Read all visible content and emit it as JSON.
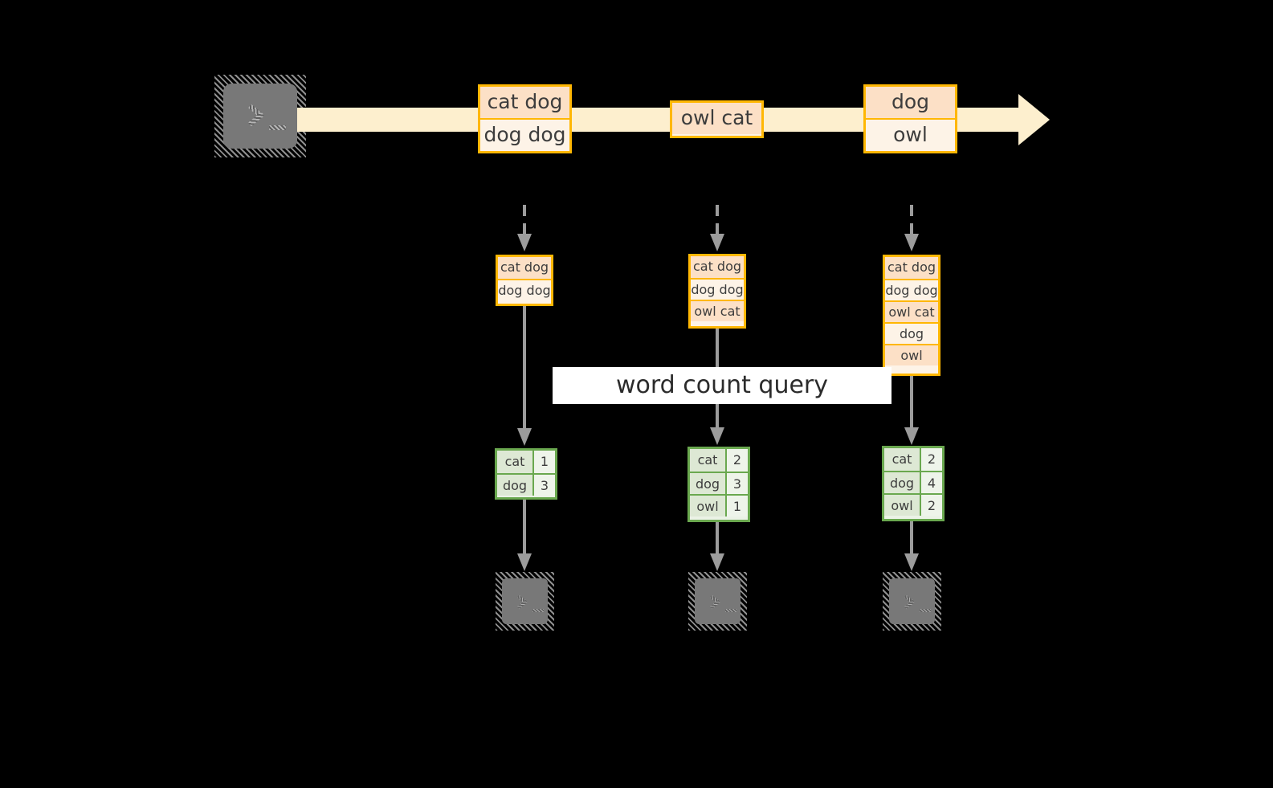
{
  "diagram": {
    "title_label": "word count query",
    "colors": {
      "stream_fill": "#FDEFCE",
      "message_border": "#FFB703",
      "message_row_dark": "#FCE0C6",
      "message_row_light": "#FDF3E7",
      "result_border": "#6AA84F",
      "result_key_fill": "#DDE8D4",
      "result_value_fill": "#EEF4EA",
      "connector": "#9C9C9C",
      "terminal_fill": "#787878",
      "banner_fill": "#FFFFFF",
      "background": "#000000"
    },
    "source": {
      "icon": "terminal-icon",
      "prompt_glyph": ">_"
    },
    "stream": {
      "icon": "right-arrow-band",
      "messages": [
        {
          "name": "stream-message-1",
          "rows": [
            {
              "text": "cat dog",
              "shade": "dark"
            },
            {
              "text": "dog dog",
              "shade": "light"
            }
          ]
        },
        {
          "name": "stream-message-2",
          "rows": [
            {
              "text": "owl cat",
              "shade": "dark"
            }
          ]
        },
        {
          "name": "stream-message-3",
          "rows": [
            {
              "text": "dog",
              "shade": "dark"
            },
            {
              "text": "owl",
              "shade": "light"
            }
          ]
        }
      ]
    },
    "snapshots": [
      {
        "name": "stream-state-1",
        "rows": [
          {
            "text": "cat dog",
            "shade": "dark"
          },
          {
            "text": "dog dog",
            "shade": "light"
          }
        ],
        "result": {
          "name": "result-table-1",
          "rows": [
            {
              "key": "cat",
              "value": "1"
            },
            {
              "key": "dog",
              "value": "3"
            }
          ]
        },
        "sink": {
          "icon": "terminal-icon",
          "prompt_glyph": ">_"
        }
      },
      {
        "name": "stream-state-2",
        "rows": [
          {
            "text": "cat dog",
            "shade": "dark"
          },
          {
            "text": "dog dog",
            "shade": "light"
          },
          {
            "text": "owl cat",
            "shade": "dark"
          }
        ],
        "result": {
          "name": "result-table-2",
          "rows": [
            {
              "key": "cat",
              "value": "2"
            },
            {
              "key": "dog",
              "value": "3"
            },
            {
              "key": "owl",
              "value": "1"
            }
          ]
        },
        "sink": {
          "icon": "terminal-icon",
          "prompt_glyph": ">_"
        }
      },
      {
        "name": "stream-state-3",
        "rows": [
          {
            "text": "cat dog",
            "shade": "dark"
          },
          {
            "text": "dog dog",
            "shade": "light"
          },
          {
            "text": "owl cat",
            "shade": "dark"
          },
          {
            "text": "dog",
            "shade": "light"
          },
          {
            "text": "owl",
            "shade": "dark"
          }
        ],
        "result": {
          "name": "result-table-3",
          "rows": [
            {
              "key": "cat",
              "value": "2"
            },
            {
              "key": "dog",
              "value": "4"
            },
            {
              "key": "owl",
              "value": "2"
            }
          ]
        },
        "sink": {
          "icon": "terminal-icon",
          "prompt_glyph": ">_"
        }
      }
    ]
  }
}
